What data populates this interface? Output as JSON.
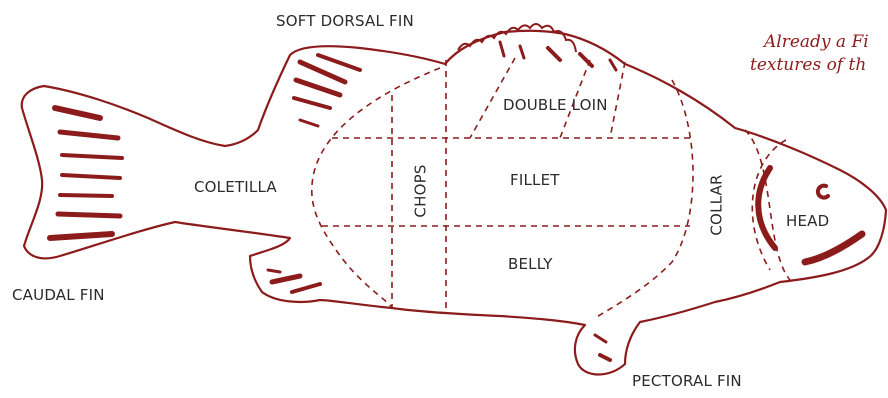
{
  "colors": {
    "outline": "#8c1c1c",
    "fin_stroke": "#8c1c1c",
    "label_text": "#2b2b2b"
  },
  "labels": {
    "soft_dorsal_fin": "SOFT DORSAL FIN",
    "caudal_fin": "CAUDAL FIN",
    "pectoral_fin": "PECTORAL FIN",
    "coletilla": "COLETILLA",
    "chops": "CHOPS",
    "double_loin": "DOUBLE LOIN",
    "fillet": "FILLET",
    "belly": "BELLY",
    "collar": "COLLAR",
    "head": "HEAD"
  },
  "note": {
    "line1": "Already a Fi",
    "line2": "textures of th"
  }
}
